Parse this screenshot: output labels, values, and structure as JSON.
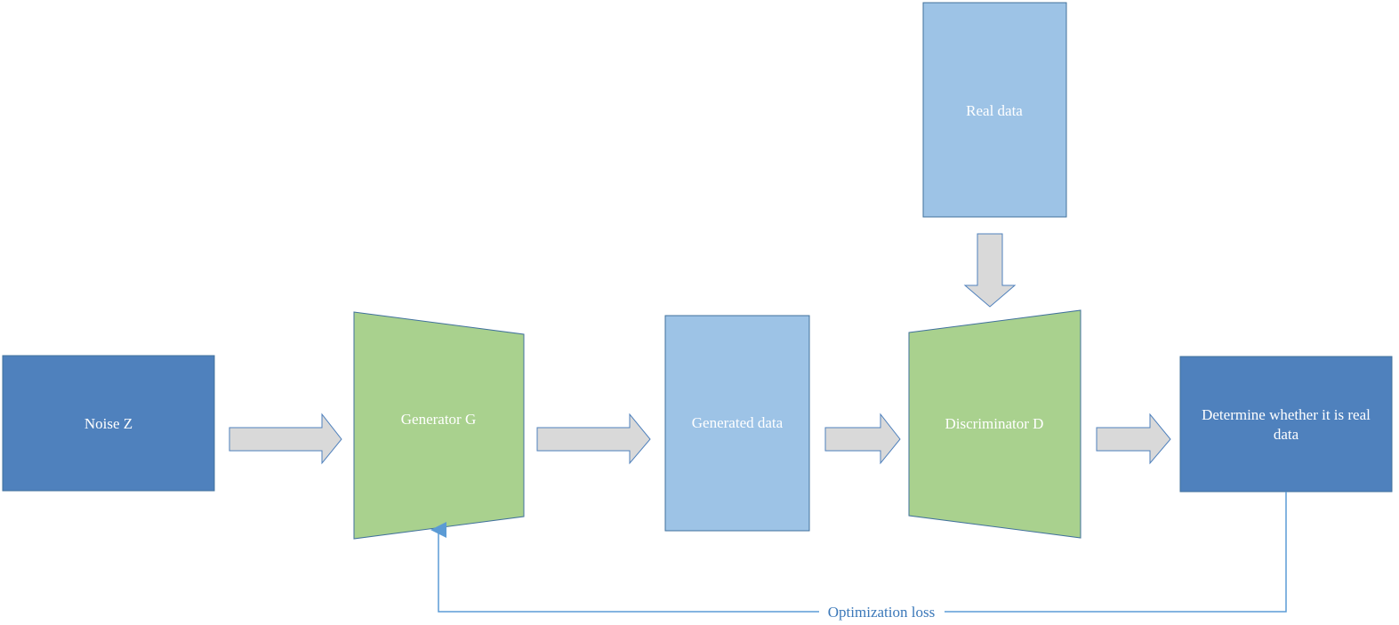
{
  "nodes": {
    "noise": {
      "label": "Noise Z"
    },
    "generator": {
      "label": "Generator G"
    },
    "generated": {
      "label": "Generated data"
    },
    "real": {
      "label": "Real data"
    },
    "discriminator": {
      "label": "Discriminator D"
    },
    "determine": {
      "line1": "Determine whether it is real",
      "line2": "data"
    }
  },
  "feedback": {
    "label": "Optimization loss"
  },
  "colors": {
    "dark_blue": "#4f81bd",
    "light_blue": "#9dc3e6",
    "green": "#a9d18e",
    "arrow_fill": "#d9d9d9",
    "arrow_stroke": "#4f81bd",
    "feedback_line": "#5b9bd5"
  }
}
